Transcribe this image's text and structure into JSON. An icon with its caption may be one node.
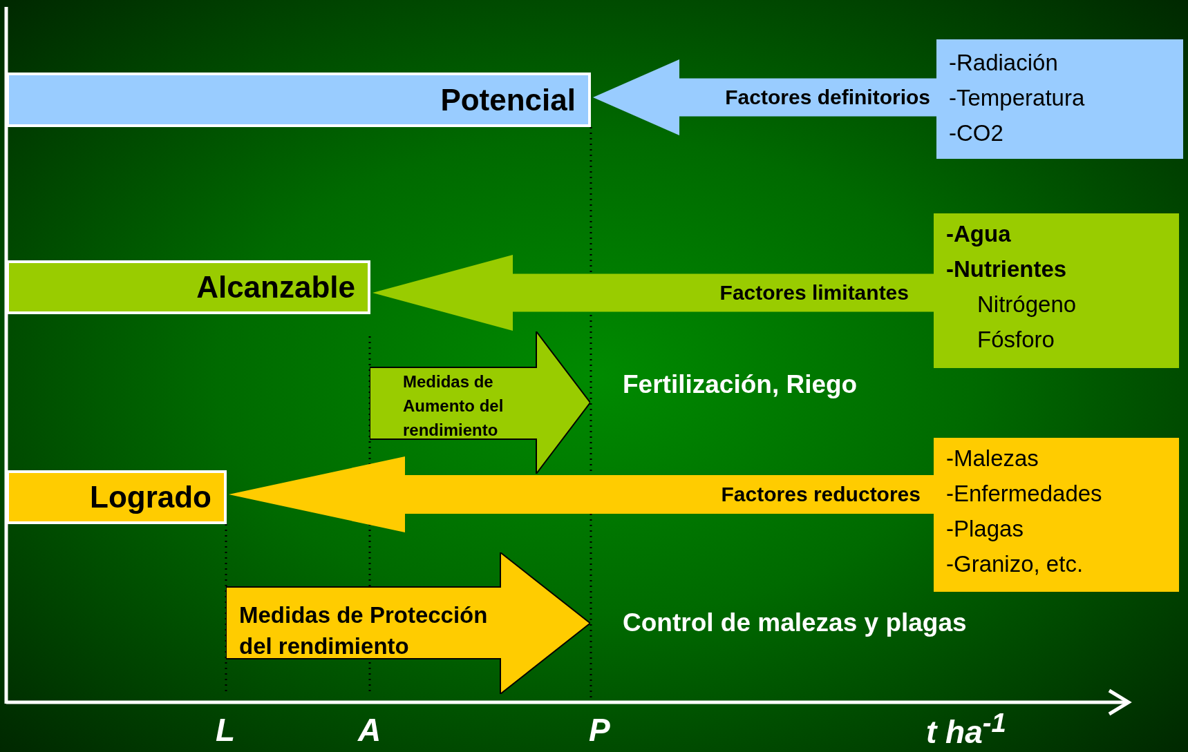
{
  "diagram": {
    "nodes": [
      {
        "text": [
          "Potencial"
        ]
      },
      {
        "text": [
          "-Radiación",
          "-Temperatura",
          "-CO2"
        ]
      },
      {
        "text": [
          "Alcanzable"
        ]
      },
      {
        "text": [
          "-Agua",
          "-Nutrientes",
          "Nitrógeno",
          "Fósforo"
        ]
      },
      {
        "text": [
          "Medidas de Aumento del rendimiento"
        ]
      },
      {
        "text": [
          "Logrado"
        ]
      },
      {
        "text": [
          "-Malezas",
          "-Enfermedades",
          "-Plagas",
          "-Granizo, etc."
        ]
      },
      {
        "text": [
          "Medidas de Protección del rendimiento"
        ]
      }
    ],
    "edges": [
      {
        "from": 1,
        "to": 0,
        "arrow": "to",
        "label": "Factores definitorios",
        "color": "#99ccff"
      },
      {
        "from": 3,
        "to": 2,
        "arrow": "to",
        "label": "Factores limitantes",
        "color": "#99cc00"
      },
      {
        "from": 6,
        "to": 5,
        "arrow": "to",
        "label": "Factores reductores",
        "color": "#ffcc00"
      }
    ],
    "labels": [
      "Fertilización, Riego",
      "Control de malezas y plagas",
      "L",
      "A",
      "P",
      "t ha$^{-1}$"
    ]
  }
}
